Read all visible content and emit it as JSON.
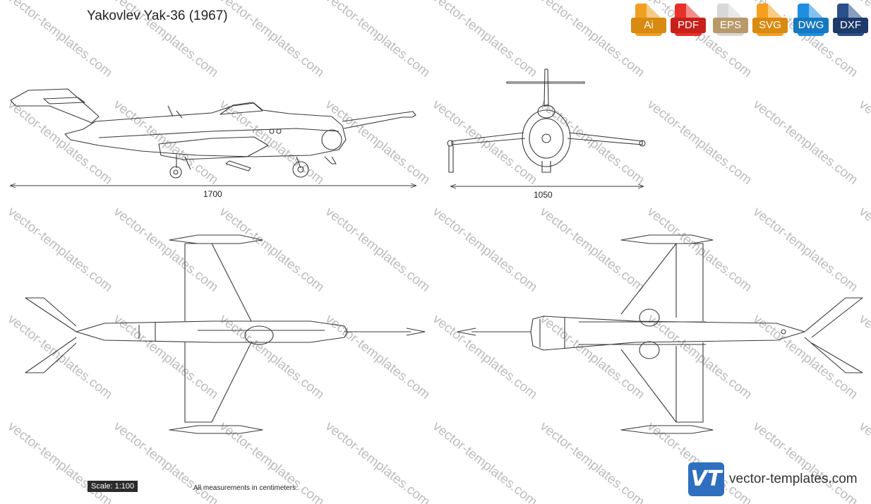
{
  "title": "Yakovlev Yak-36 (1967)",
  "formats": [
    {
      "label": "Ai",
      "color": "#f0a020",
      "dark": "#d98a10"
    },
    {
      "label": "PDF",
      "color": "#e8312a",
      "dark": "#c8201a"
    },
    {
      "label": "EPS",
      "color": "#d8d8d8",
      "dark": "#b89a6a"
    },
    {
      "label": "SVG",
      "color": "#f5a020",
      "dark": "#d98a10"
    },
    {
      "label": "DWG",
      "color": "#1e8fe0",
      "dark": "#1678c0"
    },
    {
      "label": "DXF",
      "color": "#2a4f8a",
      "dark": "#1d3a6a"
    }
  ],
  "dimensions": {
    "side_length": "1700",
    "front_span": "1050"
  },
  "scale": "Scale: 1:100",
  "note": "All measurements in centimeters.",
  "brand": {
    "logo_text": "VT",
    "name": "vector-templates.com"
  },
  "watermark": "vector-templates.com",
  "colors": {
    "line": "#3a3a3a",
    "watermark": "#bdbdbd"
  }
}
